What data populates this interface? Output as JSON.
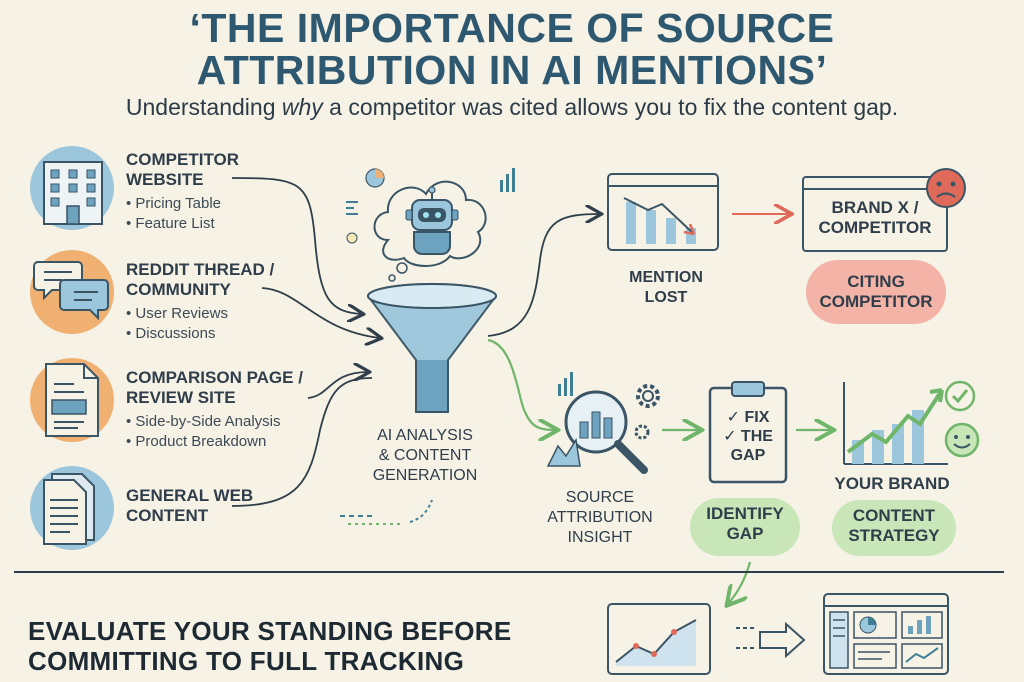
{
  "header": {
    "title_line1": "‘THE IMPORTANCE OF SOURCE",
    "title_line2": "ATTRIBUTION IN AI MENTIONS’",
    "subtitle_before": "Understanding ",
    "subtitle_em": "why",
    "subtitle_after": " a competitor was cited allows you to fix the content gap."
  },
  "sources": [
    {
      "title_lines": [
        "COMPETITOR",
        "WEBSITE"
      ],
      "bullets": [
        "• Pricing Table",
        "• Feature List"
      ],
      "icon": "building-icon"
    },
    {
      "title_lines": [
        "REDDIT THREAD /",
        "COMMUNITY"
      ],
      "bullets": [
        "• User Reviews",
        "• Discussions"
      ],
      "icon": "chat-bubbles-icon"
    },
    {
      "title_lines": [
        "COMPARISON PAGE /",
        "REVIEW SITE"
      ],
      "bullets": [
        "• Side-by-Side Analysis",
        "• Product Breakdown"
      ],
      "icon": "document-icon"
    },
    {
      "title_lines": [
        "GENERAL WEB",
        "CONTENT"
      ],
      "bullets": [],
      "icon": "pages-icon"
    }
  ],
  "center": {
    "label_lines": [
      "AI ANALYSIS",
      "& CONTENT",
      "GENERATION"
    ]
  },
  "top_flow": {
    "mention_lost_lines": [
      "MENTION",
      "LOST"
    ],
    "brand_box_lines": [
      "BRAND X /",
      "COMPETITOR"
    ],
    "citing_lines": [
      "CITING",
      "COMPETITOR"
    ]
  },
  "bottom_flow": {
    "insight_lines": [
      "SOURCE",
      "ATTRIBUTION",
      "INSIGHT"
    ],
    "clipboard_lines": [
      "✓ FIX",
      "✓ THE",
      "GAP"
    ],
    "identify_lines": [
      "IDENTIFY",
      "GAP"
    ],
    "your_brand": "YOUR BRAND",
    "strategy_lines": [
      "CONTENT",
      "STRATEGY"
    ]
  },
  "footer": {
    "line1": "EVALUATE YOUR STANDING BEFORE",
    "line2": "COMMITTING TO FULL TRACKING"
  },
  "colors": {
    "teal": "#3f7f96",
    "green": "#6fb56a",
    "red": "#e06a5a",
    "orange": "#f0b072",
    "blue_circle": "#9cc6dc",
    "title": "#2e5870"
  }
}
